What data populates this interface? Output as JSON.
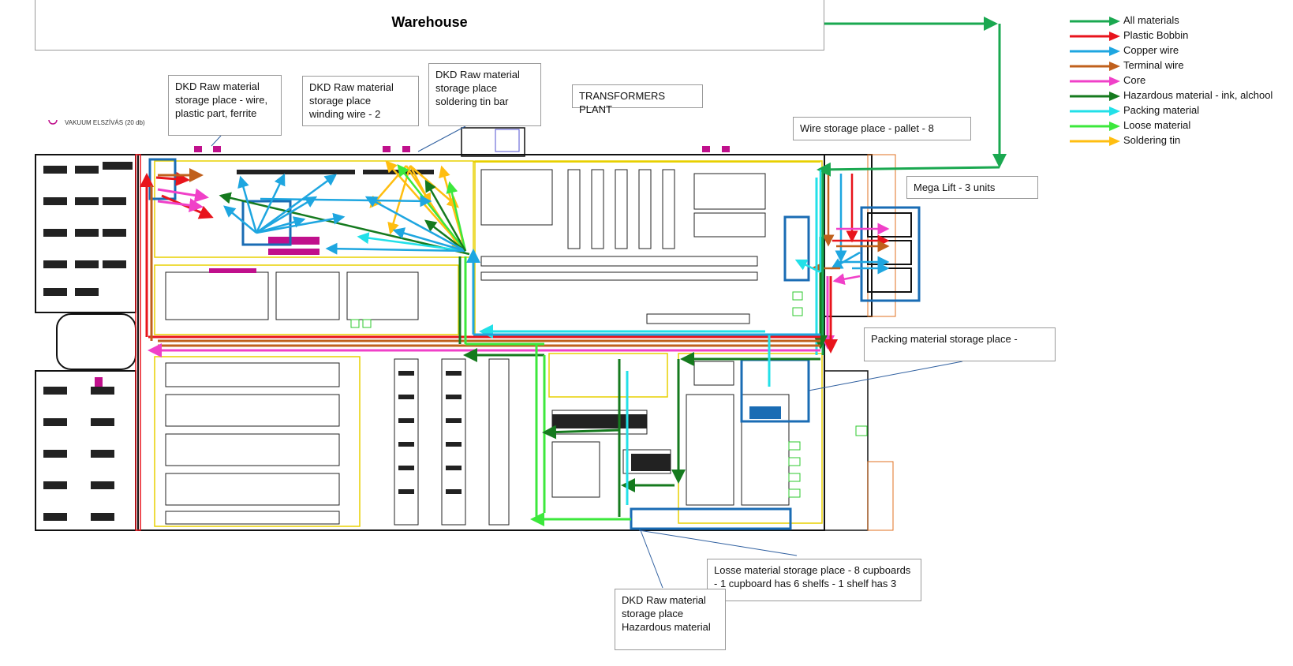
{
  "header": {
    "title": "Warehouse"
  },
  "plant_label": "TRANSFORMERS PLANT",
  "small_label": "VAKUUM ELSZÍVÁS (20 db)",
  "callouts": {
    "dkd_wire_plastic": "DKD Raw material\nstorage place - wire,\nplastic part, ferrite",
    "dkd_winding": "DKD Raw material\nstorage place\nwinding wire - 2",
    "dkd_soldering": "DKD Raw material\nstorage place\nsoldering tin bar",
    "wire_pallet": "Wire storage place - pallet - 8",
    "mega_lift": "Mega Lift - 3 units",
    "packing_storage": "Packing material storage place -",
    "loose_storage": "Losse material storage place - 8 cupboards\n- 1 cupboard has 6 shelfs - 1 shelf has 3",
    "dkd_hazardous": "DKD Raw material\nstorage place\nHazardous material"
  },
  "legend": [
    {
      "label": "All materials",
      "color": "#1aa850"
    },
    {
      "label": "Plastic Bobbin",
      "color": "#e8141c"
    },
    {
      "label": "Copper wire",
      "color": "#1ea6e0"
    },
    {
      "label": "Terminal wire",
      "color": "#c0601c"
    },
    {
      "label": "Core",
      "color": "#f040c8"
    },
    {
      "label": "Hazardous material - ink, alchool",
      "color": "#157a1e"
    },
    {
      "label": "Packing material",
      "color": "#22e0e8"
    },
    {
      "label": "Loose material",
      "color": "#3ce83c"
    },
    {
      "label": "Soldering tin",
      "color": "#ffbe10"
    }
  ]
}
